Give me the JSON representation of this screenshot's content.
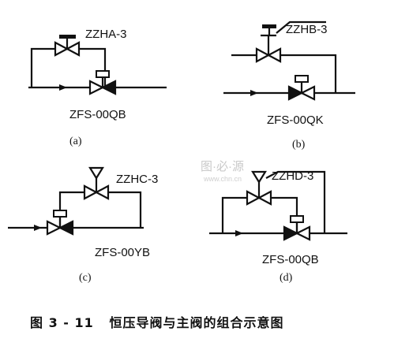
{
  "figure": {
    "panels": [
      {
        "id": "a",
        "pilot_label": "ZZHA-3",
        "main_label": "ZFS-00QB",
        "sub_label": "(a)"
      },
      {
        "id": "b",
        "pilot_label": "ZZHB-3",
        "main_label": "ZFS-00QK",
        "sub_label": "(b)"
      },
      {
        "id": "c",
        "pilot_label": "ZZHC-3",
        "main_label": "ZFS-00YB",
        "sub_label": "(c)"
      },
      {
        "id": "d",
        "pilot_label": "ZZHD-3",
        "main_label": "ZFS-00QB",
        "sub_label": "(d)"
      }
    ],
    "caption": "图 3 - 11   恒压导阀与主阀的组合示意图",
    "watermark": {
      "line1": "图·必·源",
      "line2": "www.chn.cn"
    }
  }
}
